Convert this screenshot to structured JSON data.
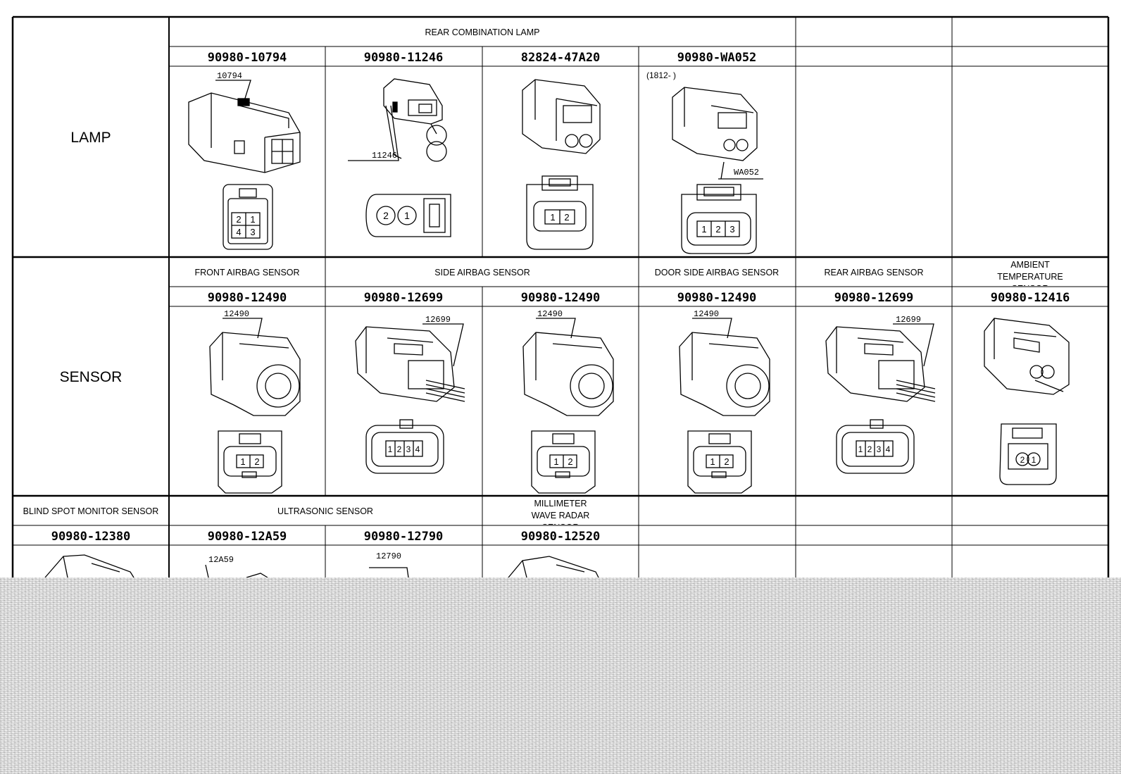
{
  "rows": {
    "lamp": "LAMP",
    "sensor": "SENSOR"
  },
  "lamp": {
    "group_label": "REAR COMBINATION LAMP",
    "parts": [
      {
        "number": "90980-10794",
        "callout": "10794",
        "pins": [
          "2",
          "1",
          "4",
          "3"
        ]
      },
      {
        "number": "90980-11246",
        "callout": "11246",
        "pins": [
          "2",
          "1"
        ]
      },
      {
        "number": "82824-47A20",
        "pins": [
          "1",
          "2"
        ]
      },
      {
        "number": "90980-WA052",
        "date": "(1812-      )",
        "callout": "WA052",
        "pins": [
          "1",
          "2",
          "3"
        ]
      }
    ]
  },
  "sensor": {
    "labels": [
      "FRONT AIRBAG SENSOR",
      "SIDE AIRBAG SENSOR",
      "DOOR SIDE AIRBAG SENSOR",
      "REAR AIRBAG SENSOR",
      "AMBIENT TEMPERATURE SENSOR"
    ],
    "parts": [
      {
        "number": "90980-12490",
        "callout": "12490",
        "pins": [
          "1",
          "2"
        ]
      },
      {
        "number": "90980-12699",
        "callout": "12699",
        "pins": [
          "1",
          "2",
          "3",
          "4"
        ]
      },
      {
        "number": "90980-12490",
        "callout": "12490",
        "pins": [
          "1",
          "2"
        ]
      },
      {
        "number": "90980-12490",
        "callout": "12490",
        "pins": [
          "1",
          "2"
        ]
      },
      {
        "number": "90980-12699",
        "callout": "12699",
        "pins": [
          "1",
          "2",
          "3",
          "4"
        ]
      },
      {
        "number": "90980-12416",
        "pins": [
          "2",
          "1"
        ]
      }
    ]
  },
  "third": {
    "labels": [
      "BLIND SPOT MONITOR SENSOR",
      "ULTRASONIC SENSOR",
      "MILLIMETER WAVE RADAR SENSOR"
    ],
    "parts": [
      {
        "number": "90980-12380"
      },
      {
        "number": "90980-12A59",
        "callout": "12A59"
      },
      {
        "number": "90980-12790",
        "callout": "12790"
      },
      {
        "number": "90980-12520"
      }
    ]
  }
}
